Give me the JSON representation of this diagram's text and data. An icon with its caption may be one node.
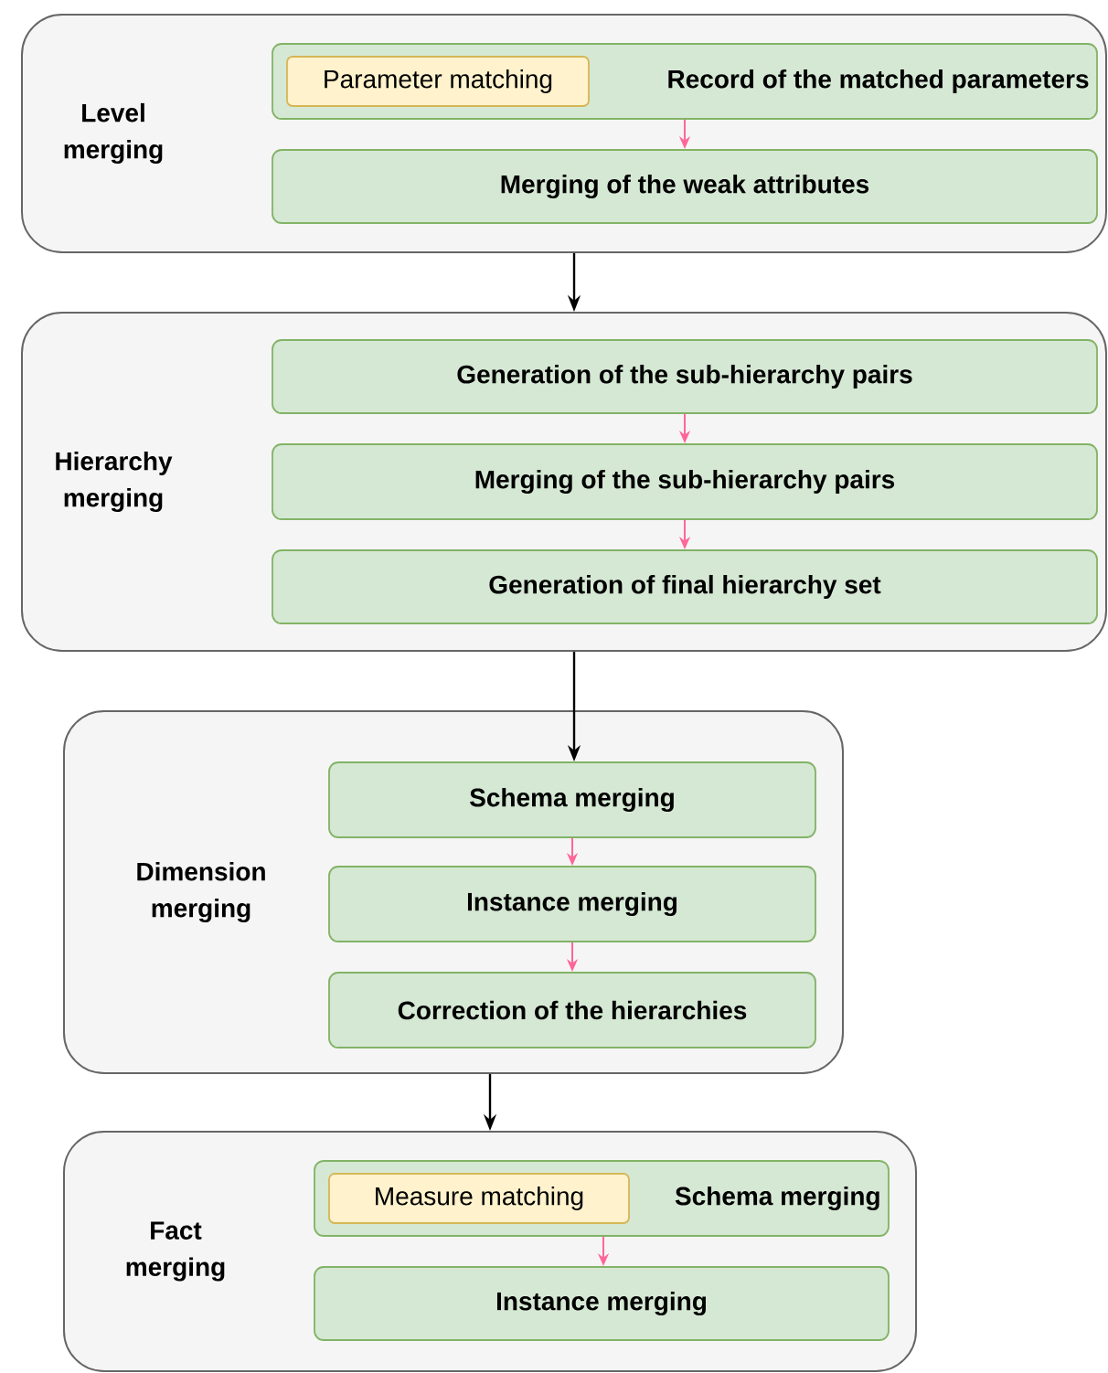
{
  "diagram": {
    "nodes": [
      {
        "text": [
          "Level merging"
        ]
      },
      {
        "text": [
          "Record of the matched parameters"
        ],
        "in": 0
      },
      {
        "text": [
          "Parameter matching"
        ],
        "in": 1
      },
      {
        "text": [
          "Merging of the weak attributes"
        ],
        "in": 0
      },
      {
        "text": [
          "Hierarchy merging"
        ]
      },
      {
        "text": [
          "Generation of the sub-hierarchy pairs"
        ],
        "in": 4
      },
      {
        "text": [
          "Merging of the sub-hierarchy pairs"
        ],
        "in": 4
      },
      {
        "text": [
          "Generation of final hierarchy set"
        ],
        "in": 4
      },
      {
        "text": [
          "Dimension merging"
        ]
      },
      {
        "text": [
          "Schema merging"
        ],
        "in": 8
      },
      {
        "text": [
          "Instance merging"
        ],
        "in": 8
      },
      {
        "text": [
          "Correction of the hierarchies"
        ],
        "in": 8
      },
      {
        "text": [
          "Fact merging"
        ]
      },
      {
        "text": [
          "Schema merging"
        ],
        "in": 12
      },
      {
        "text": [
          "Measure matching"
        ],
        "in": 13
      },
      {
        "text": [
          "Instance merging"
        ],
        "in": 12
      }
    ],
    "edges": [
      {
        "from": 0,
        "to": 4,
        "arrow": "to",
        "color": "#000000"
      },
      {
        "from": 1,
        "to": 3,
        "arrow": "to"
      },
      {
        "from": 4,
        "to": 9,
        "arrow": "to",
        "color": "#000000"
      },
      {
        "from": 5,
        "to": 6,
        "arrow": "to"
      },
      {
        "from": 6,
        "to": 7,
        "arrow": "to"
      },
      {
        "from": 8,
        "to": 12,
        "arrow": "to",
        "color": "#000000"
      },
      {
        "from": 9,
        "to": 10,
        "arrow": "to"
      },
      {
        "from": 10,
        "to": 11,
        "arrow": "to"
      },
      {
        "from": 13,
        "to": 15,
        "arrow": "to"
      }
    ]
  }
}
